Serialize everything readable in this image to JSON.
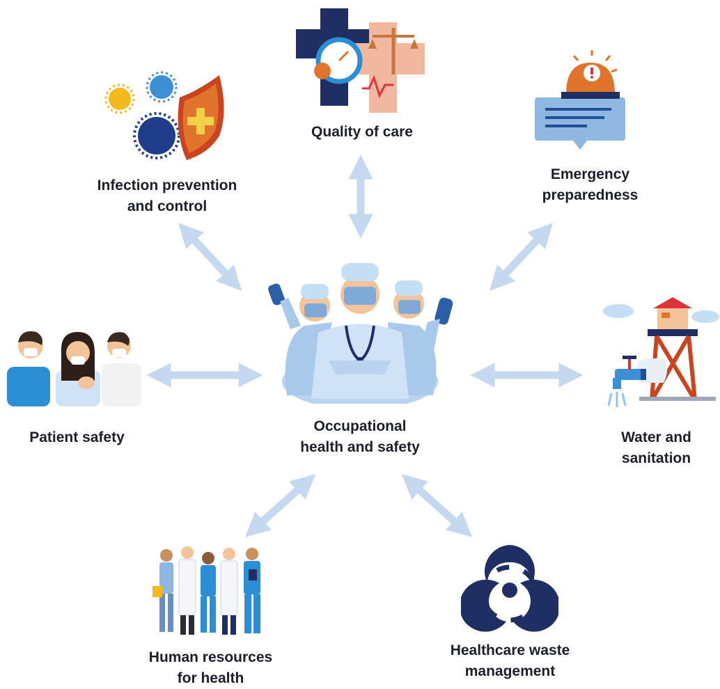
{
  "center": {
    "line1": "Occupational",
    "line2": "health and safety"
  },
  "nodes": {
    "quality_of_care": {
      "line1": "Quality of care",
      "icon": "quality-of-care-icon"
    },
    "emergency_preparedness": {
      "line1": "Emergency",
      "line2": "preparedness",
      "icon": "emergency-siren-icon"
    },
    "infection_prevention": {
      "line1": "Infection prevention",
      "line2": "and control",
      "icon": "infection-shield-icon"
    },
    "patient_safety": {
      "line1": "Patient safety",
      "icon": "masked-patients-icon"
    },
    "water_sanitation": {
      "line1": "Water and",
      "line2": "sanitation",
      "icon": "water-tower-icon"
    },
    "human_resources": {
      "line1": "Human resources",
      "line2": "for health",
      "icon": "health-workers-icon"
    },
    "healthcare_waste": {
      "line1": "Healthcare waste",
      "line2": "management",
      "icon": "biohazard-icon"
    }
  },
  "colors": {
    "arrow": "#c4d9ef",
    "navy": "#1f2f63",
    "light_blue": "#a9c9ea",
    "orange": "#e0742c",
    "yellow": "#f3b91f",
    "peach": "#f1b79f"
  }
}
